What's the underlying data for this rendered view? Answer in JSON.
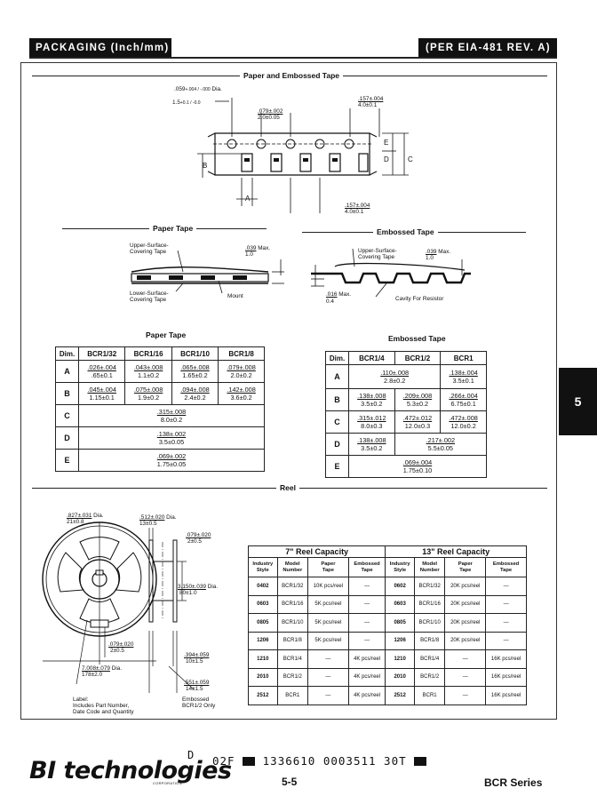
{
  "header": {
    "left": "PACKAGING (Inch/mm)",
    "right": "(PER EIA-481 REV. A)"
  },
  "side_tab": "5",
  "sections": {
    "tape_title": "Paper and Embossed Tape",
    "paper_tape": "Paper Tape",
    "embossed_tape": "Embossed Tape",
    "reel": "Reel"
  },
  "tape_diagram": {
    "hole_dia_in": ".059",
    "hole_dia_tol_in": "+.004 / -.000",
    "hole_dia_suffix": "Dia.",
    "hole_dia_mm": "1.5",
    "hole_dia_tol_mm": "+0.1 / -0.0",
    "pitch_small_in": ".079±.002",
    "pitch_small_mm": "2.0±0.05",
    "pitch_top_in": ".157±.004",
    "pitch_top_mm": "4.0±0.1",
    "pitch_bottom_in": ".157±.004",
    "pitch_bottom_mm": "4.0±0.1",
    "label_A": "A",
    "label_B": "B",
    "label_C": "C",
    "label_D": "D",
    "label_E": "E"
  },
  "paper_diagram": {
    "upper": "Upper-Surface-\nCovering Tape",
    "lower": "Lower-Surface-\nCovering Tape",
    "max_in": ".039",
    "max_mm": "1.0",
    "max_suffix": "Max.",
    "mount": "Mount"
  },
  "embossed_diagram": {
    "upper": "Upper-Surface-\nCovering Tape",
    "max_in": ".039",
    "max_mm": "1.0",
    "max_suffix": "Max.",
    "thick_in": ".016",
    "thick_mm": "0.4",
    "thick_suffix": "Max.",
    "cavity": "Cavity For Resistor"
  },
  "paper_table": {
    "title": "Paper Tape",
    "headers": [
      "Dim.",
      "BCR1/32",
      "BCR1/16",
      "BCR1/10",
      "BCR1/8"
    ],
    "rows": [
      {
        "dim": "A",
        "cells": [
          [
            ".026±.004",
            ".65±0.1"
          ],
          [
            ".043±.008",
            "1.1±0.2"
          ],
          [
            ".065±.008",
            "1.65±0.2"
          ],
          [
            ".079±.008",
            "2.0±0.2"
          ]
        ]
      },
      {
        "dim": "B",
        "cells": [
          [
            ".045±.004",
            "1.15±0.1"
          ],
          [
            ".075±.008",
            "1.9±0.2"
          ],
          [
            ".094±.008",
            "2.4±0.2"
          ],
          [
            ".142±.008",
            "3.6±0.2"
          ]
        ]
      },
      {
        "dim": "C",
        "span": [
          ".315±.008",
          "8.0±0.2"
        ]
      },
      {
        "dim": "D",
        "span": [
          ".138±.002",
          "3.5±0.05"
        ]
      },
      {
        "dim": "E",
        "span": [
          ".069±.002",
          "1.75±0.05"
        ]
      }
    ]
  },
  "embossed_table": {
    "title": "Embossed Tape",
    "headers": [
      "Dim.",
      "BCR1/4",
      "BCR1/2",
      "BCR1"
    ],
    "rows": [
      {
        "dim": "A",
        "c12": [
          ".110±.008",
          "2.8±0.2"
        ],
        "c3": [
          ".138±.004",
          "3.5±0.1"
        ]
      },
      {
        "dim": "B",
        "cells": [
          [
            ".138±.008",
            "3.5±0.2"
          ],
          [
            ".209±.008",
            "5.3±0.2"
          ],
          [
            ".266±.004",
            "6.75±0.1"
          ]
        ]
      },
      {
        "dim": "C",
        "cells": [
          [
            ".315±.012",
            "8.0±0.3"
          ],
          [
            ".472±.012",
            "12.0±0.3"
          ],
          [
            ".472±.008",
            "12.0±0.2"
          ]
        ]
      },
      {
        "dim": "D",
        "c1": [
          ".138±.008",
          "3.5±0.2"
        ],
        "c23": [
          ".217±.002",
          "5.5±0.05"
        ]
      },
      {
        "dim": "E",
        "span": [
          ".069±.004",
          "1.75±0.10"
        ]
      }
    ]
  },
  "reel_diagram": {
    "dia1_in": ".827±.031",
    "dia1_mm": "21±0.8",
    "dia1_suffix": "Dia.",
    "dia2_in": ".512±.020",
    "dia2_mm": "13±0.5",
    "dia2_suffix": "Dia.",
    "w1_in": ".079±.020",
    "w1_mm": "2±0.5",
    "hub_in": "3.150±.039",
    "hub_mm": "80±1.0",
    "hub_suffix": "Dia.",
    "w2_in": ".079±.020",
    "w2_mm": "2±0.5",
    "outer_in": "7.008±.079",
    "outer_mm": "178±2.0",
    "outer_suffix": "Dia.",
    "t1_in": ".394±.059",
    "t1_mm": "10±1.5",
    "t2_in": ".551±.059",
    "t2_mm": "14±1.5",
    "label_note": "Label:\nIncludes Part Number,\nDate Code and Quantity",
    "embossed_note": "Embossed\nBCR1/2 Only"
  },
  "reel_capacity": {
    "cap7": "7\" Reel Capacity",
    "cap13": "13\" Reel Capacity",
    "sub": [
      "Industry\nStyle",
      "Model\nNumber",
      "Paper\nTape",
      "Embossed\nTape"
    ],
    "rows7": [
      [
        "0402",
        "BCR1/32",
        "10K pcs/reel",
        "—"
      ],
      [
        "0603",
        "BCR1/16",
        "5K pcs/reel",
        "—"
      ],
      [
        "0805",
        "BCR1/10",
        "5K pcs/reel",
        "—"
      ],
      [
        "1206",
        "BCR1/8",
        "5K pcs/reel",
        "—"
      ],
      [
        "1210",
        "BCR1/4",
        "—",
        "4K pcs/reel"
      ],
      [
        "2010",
        "BCR1/2",
        "—",
        "4K pcs/reel"
      ],
      [
        "2512",
        "BCR1",
        "—",
        "4K pcs/reel"
      ]
    ],
    "rows13": [
      [
        "0602",
        "BCR1/32",
        "20K pcs/reel",
        "—"
      ],
      [
        "0603",
        "BCR1/16",
        "20K pcs/reel",
        "—"
      ],
      [
        "0805",
        "BCR1/10",
        "20K pcs/reel",
        "—"
      ],
      [
        "1206",
        "BCR1/8",
        "20K pcs/reel",
        "—"
      ],
      [
        "1210",
        "BCR1/4",
        "—",
        "16K pcs/reel"
      ],
      [
        "2010",
        "BCR1/2",
        "—",
        "16K pcs/reel"
      ],
      [
        "2512",
        "BCR1",
        "—",
        "16K pcs/reel"
      ]
    ]
  },
  "footer": {
    "logo": "BI technologies",
    "logo_sub": "CORPORATION",
    "d_mark": "D",
    "code1": "02F",
    "code2": "1336610 0003511 30T",
    "page": "5-5",
    "series": "BCR Series"
  }
}
